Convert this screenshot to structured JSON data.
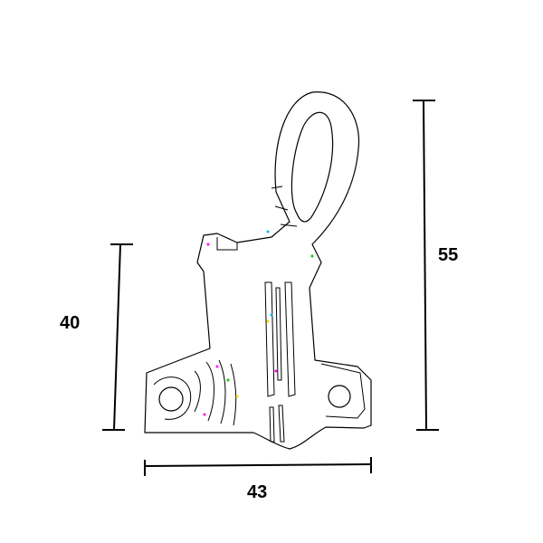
{
  "dimensions": {
    "height_left": "40",
    "height_right": "55",
    "width": "43"
  },
  "colors": {
    "line": "#000000",
    "background": "#ffffff",
    "edge_speckle_accents": [
      "#00b4ff",
      "#ff00ff",
      "#ffd700",
      "#00c800"
    ]
  }
}
